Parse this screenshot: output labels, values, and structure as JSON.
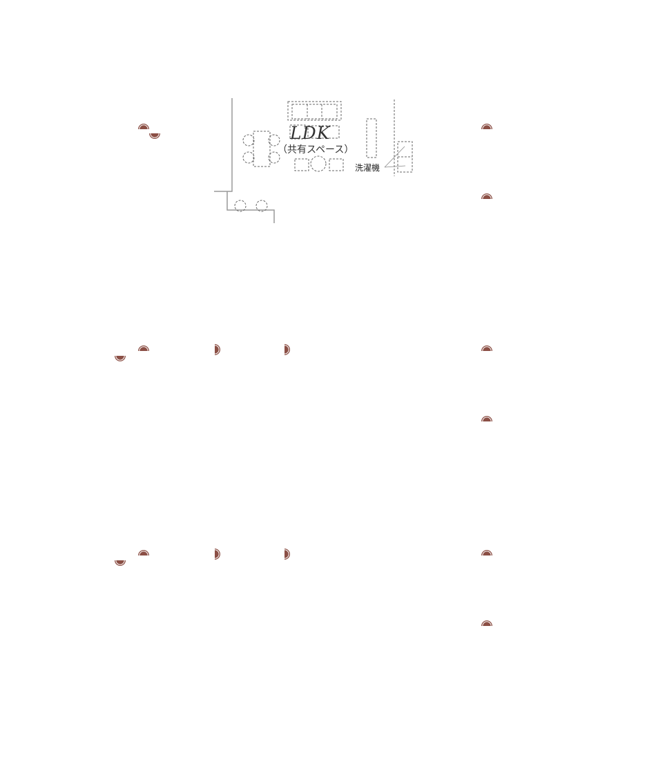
{
  "plan": {
    "room_label": "LDK",
    "room_sublabel": "（共有スペース）",
    "washer_label": "洗濯機"
  },
  "colors": {
    "marker": "#8b4f45",
    "wall": "#999999",
    "furniture": "#666666"
  },
  "icons": {
    "marker": "semicircle-marker-icon"
  }
}
